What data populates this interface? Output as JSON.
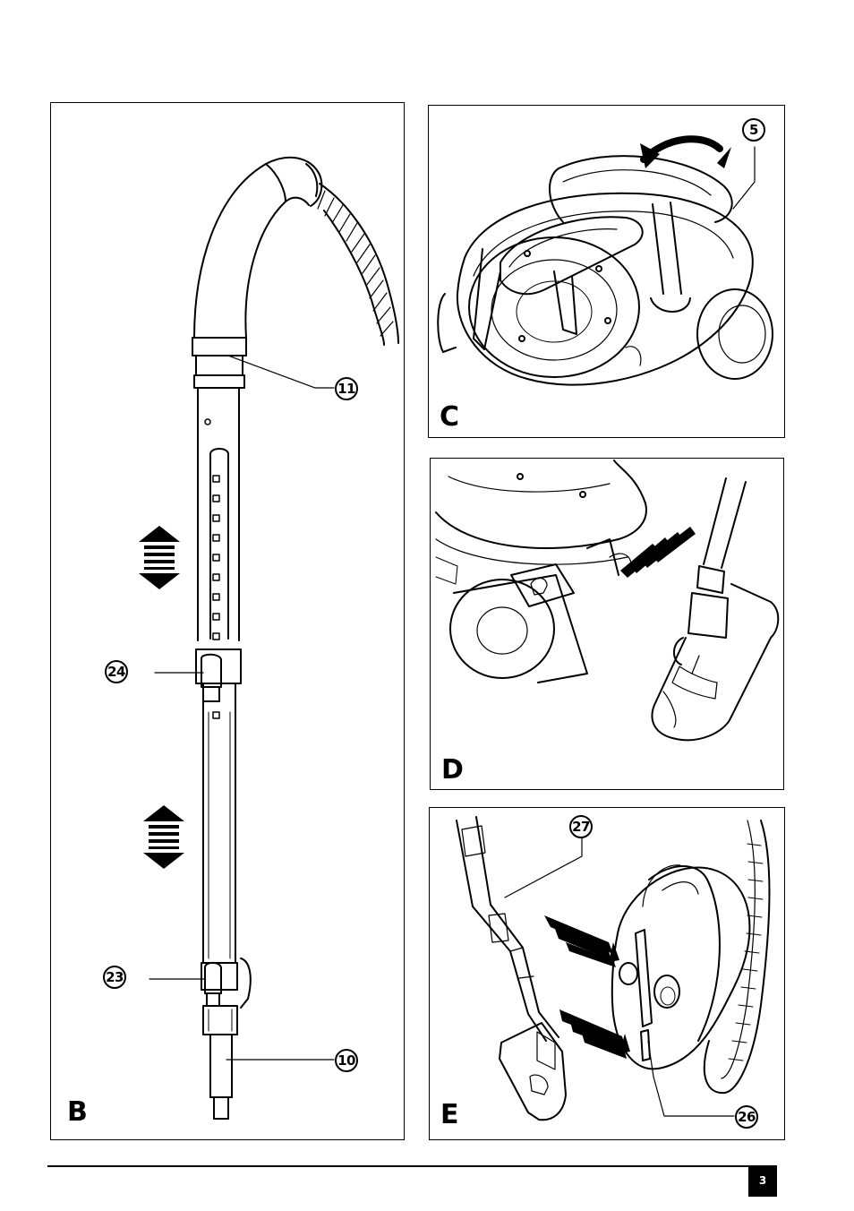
{
  "figures": {
    "b": {
      "letter": "B",
      "callouts": {
        "c11": "11",
        "c24": "24",
        "c23": "23",
        "c10": "10"
      },
      "illustration": "telescopic-tube-with-hose-icon"
    },
    "c": {
      "letter": "C",
      "callouts": {
        "c5": "5"
      },
      "illustration": "vacuum-cleaner-top-view-icon"
    },
    "d": {
      "letter": "D",
      "callouts": {},
      "illustration": "floor-tool-storage-icon"
    },
    "e": {
      "letter": "E",
      "callouts": {
        "c27": "27",
        "c26": "26"
      },
      "illustration": "tube-parking-icon"
    }
  },
  "footer": {
    "page_number": "3"
  }
}
